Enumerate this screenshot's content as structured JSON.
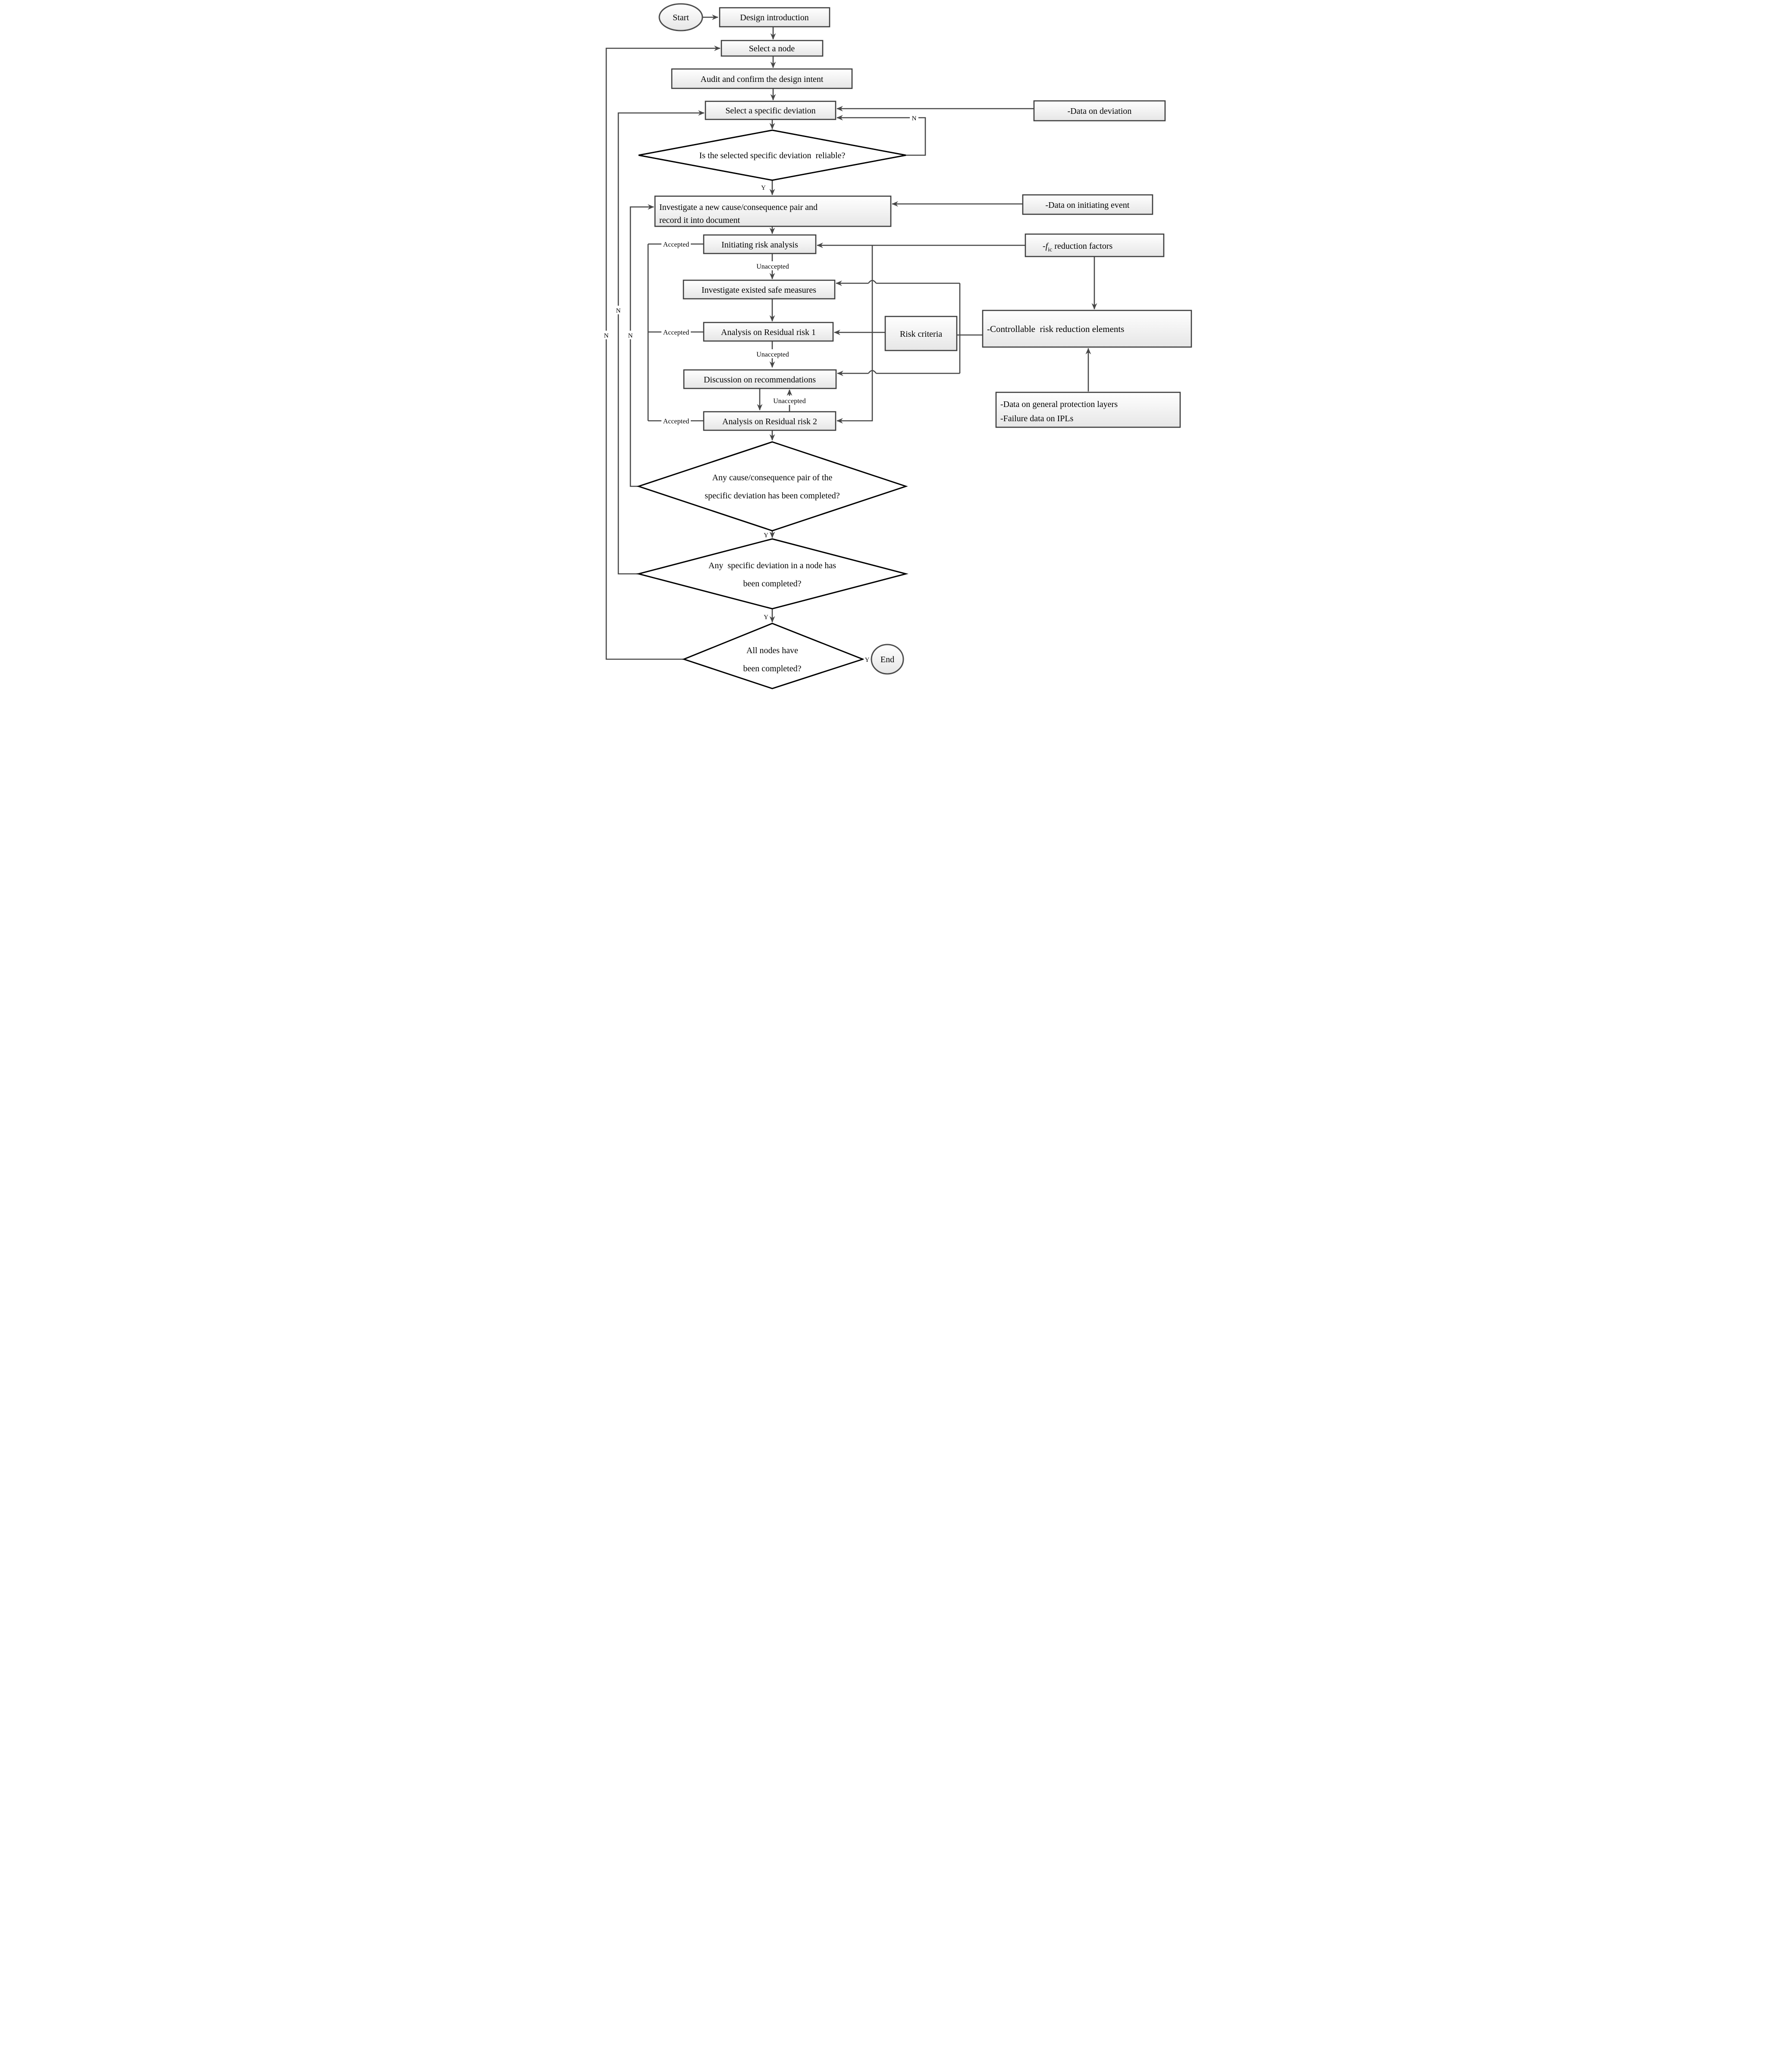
{
  "diagram": {
    "nodes": {
      "start": {
        "label": "Start"
      },
      "design_introduction": {
        "label": "Design introduction"
      },
      "select_node": {
        "label": "Select a node"
      },
      "audit_intent": {
        "label": "Audit and confirm the design intent"
      },
      "select_deviation": {
        "label": "Select a specific deviation"
      },
      "deviation_reliable": {
        "label": "Is the selected specific deviation  reliable?"
      },
      "investigate_pair": {
        "line1": "Investigate a new cause/consequence pair and",
        "line2": "record it into document"
      },
      "initiating_risk": {
        "label": "Initiating risk analysis"
      },
      "investigate_measures": {
        "label": "Investigate existed safe measures"
      },
      "residual_risk_1": {
        "label": "Analysis on Residual risk 1"
      },
      "discussion": {
        "label": "Discussion on recommendations"
      },
      "residual_risk_2": {
        "label": "Analysis on Residual risk 2"
      },
      "pair_completed": {
        "line1": "Any cause/consequence pair of the",
        "line2": "specific deviation has been completed?"
      },
      "deviation_completed": {
        "line1": "Any  specific deviation in a node has",
        "line2": "been completed?"
      },
      "nodes_completed": {
        "line1": "All nodes have",
        "line2": "been completed?"
      },
      "end": {
        "label": "End"
      },
      "data_deviation": {
        "label": "-Data on deviation"
      },
      "data_initiating": {
        "label": "-Data on initiating event"
      },
      "fic": {
        "dash": "-",
        "f": "f",
        "sub": "ic",
        "rest": " reduction factors"
      },
      "risk_criteria": {
        "label": "Risk criteria"
      },
      "controllable": {
        "label": "-Controllable  risk reduction elements"
      },
      "protection_data": {
        "line1": "-Data on general protection layers",
        "line2": "-Failure data on IPLs"
      }
    },
    "labels": {
      "yes": "Y",
      "no": "N",
      "accepted": "Accepted",
      "unaccepted": "Unaccepted"
    },
    "colors": {
      "line": "#474747",
      "diamond_border": "#000000",
      "box_border": "#3d3d3d",
      "box_fill_top": "#ffffff",
      "box_fill_bottom": "#e6e6e6"
    }
  }
}
